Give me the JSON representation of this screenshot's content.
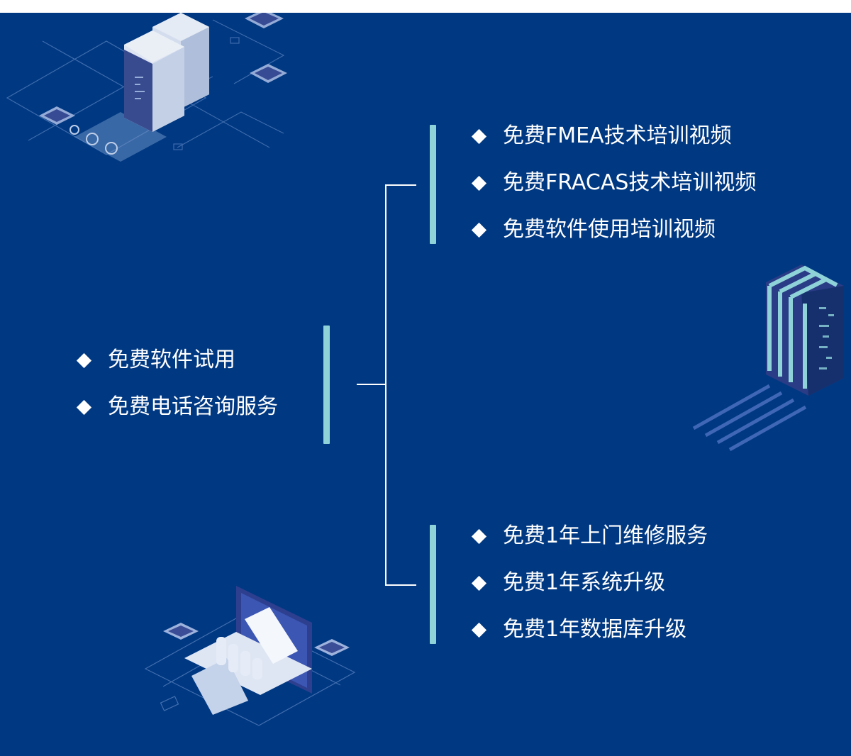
{
  "colors": {
    "background": "#003882",
    "accent_bar": "#8fd3d9",
    "text": "#ffffff",
    "connector": "#ffffff"
  },
  "left_group": {
    "items": [
      "免费软件试用",
      "免费电话咨询服务"
    ]
  },
  "top_group": {
    "items": [
      "免费FMEA技术培训视频",
      "免费FRACAS技术培训视频",
      "免费软件使用培训视频"
    ]
  },
  "bottom_group": {
    "items": [
      "免费1年上门维修服务",
      "免费1年系统升级",
      "免费1年数据库升级"
    ]
  },
  "illustrations": [
    "server-rack-illustration",
    "server-chip-illustration",
    "laptop-chart-illustration"
  ]
}
